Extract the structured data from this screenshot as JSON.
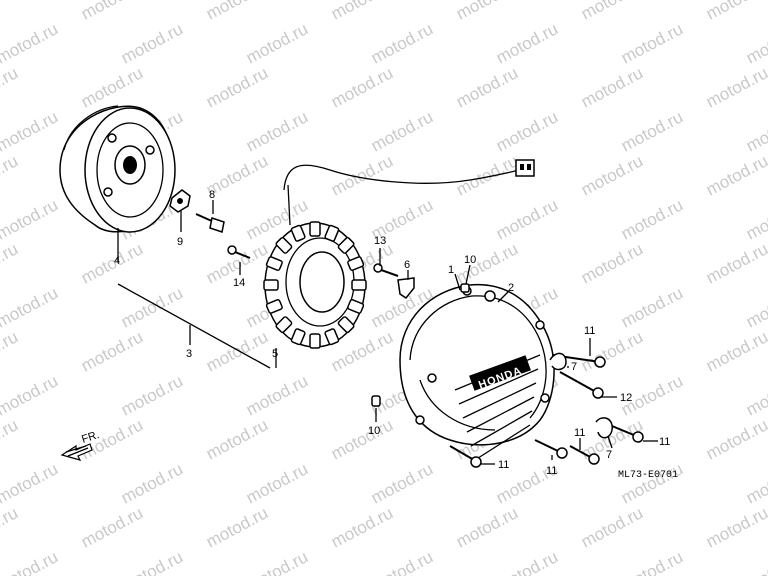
{
  "watermark": "motod.ru",
  "diagram_code": "ML73-E0701",
  "direction_label": "FR.",
  "cover_brand": "HONDA",
  "callouts": [
    "1",
    "2",
    "3",
    "4",
    "5",
    "6",
    "7",
    "7",
    "8",
    "9",
    "10",
    "10",
    "11",
    "11",
    "11",
    "11",
    "11",
    "12",
    "13",
    "14"
  ]
}
